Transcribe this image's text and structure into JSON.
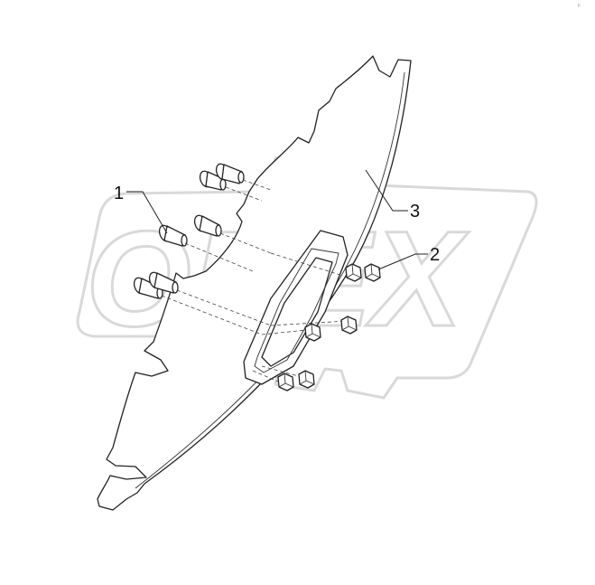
{
  "corner_mark": "F",
  "watermark": {
    "text": "OPEX",
    "color": "#d9d9d9"
  },
  "callouts": [
    {
      "id": "1",
      "label": "1"
    },
    {
      "id": "2",
      "label": "2"
    },
    {
      "id": "3",
      "label": "3"
    }
  ],
  "colors": {
    "line": "#222222",
    "background": "#ffffff"
  }
}
